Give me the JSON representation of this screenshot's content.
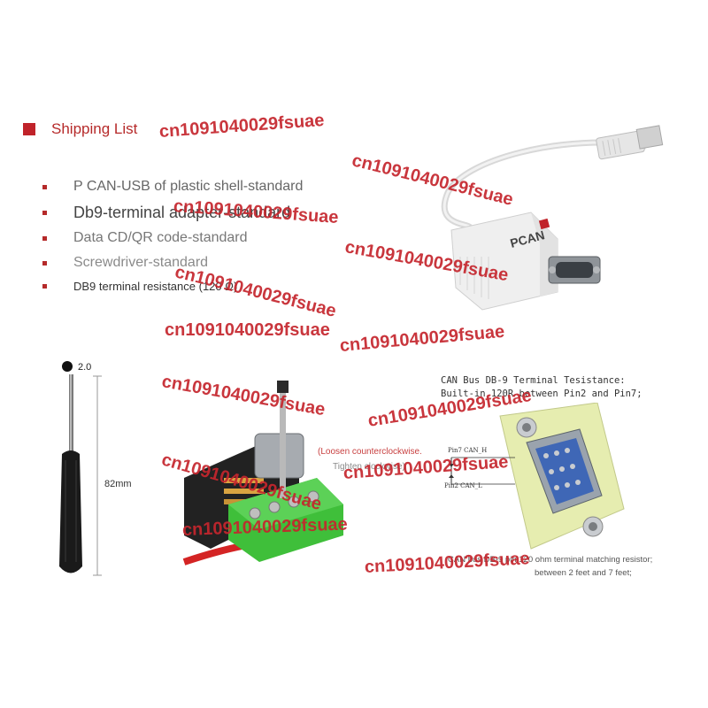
{
  "heading": {
    "title": "Shipping List"
  },
  "items": [
    "P CAN-USB of plastic shell-standard",
    "Db9-terminal adapter-standard",
    "Data CD/QR code-standard",
    "Screwdriver-standard",
    "DB9 terminal resistance (120 Ω)"
  ],
  "screwdriver": {
    "tip_size": "2.0",
    "length": "82mm"
  },
  "terminal": {
    "loosen": "(Loosen counterclockwise.",
    "tighten": "Tighten clockwise)"
  },
  "db9": {
    "title_line1": "CAN Bus DB-9 Terminal Tesistance:",
    "title_line2": "Built-in 120R between Pin2 and Pin7;",
    "pin_high": "Pin7 CAN_H",
    "pin_low": "Pin2 CAN_L",
    "note_line1": "CAN bus DB-9 pin 120 ohm terminal matching resistor;",
    "note_line2": "between 2 feet and 7 feet;"
  },
  "device_label": "PCAN",
  "watermark": "cn1091040029fsuae",
  "colors": {
    "accent": "#c0232a",
    "watermark": "#c5262d",
    "connector_green": "#3fbf3a"
  }
}
